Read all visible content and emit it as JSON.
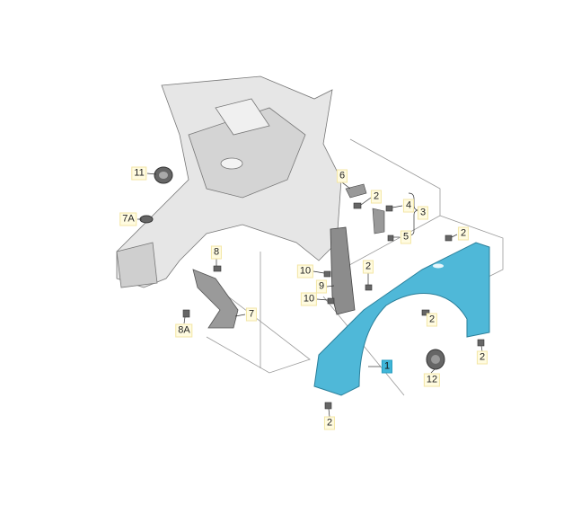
{
  "diagram": {
    "title": "Front fender assembly",
    "colors": {
      "highlight": "#3fb6d8",
      "part": "#7ec8de",
      "body": "#e4e4e4",
      "label_bg": "#fffbe0"
    },
    "callouts": [
      {
        "id": "c11",
        "text": "11"
      },
      {
        "id": "c7a",
        "text": "7A"
      },
      {
        "id": "c8",
        "text": "8"
      },
      {
        "id": "c8a",
        "text": "8A"
      },
      {
        "id": "c7",
        "text": "7"
      },
      {
        "id": "c6",
        "text": "6"
      },
      {
        "id": "c2a",
        "text": "2"
      },
      {
        "id": "c4",
        "text": "4"
      },
      {
        "id": "c3",
        "text": "3"
      },
      {
        "id": "c5",
        "text": "5"
      },
      {
        "id": "c2b",
        "text": "2"
      },
      {
        "id": "c10a",
        "text": "10"
      },
      {
        "id": "c9",
        "text": "9"
      },
      {
        "id": "c10b",
        "text": "10"
      },
      {
        "id": "c2c",
        "text": "2"
      },
      {
        "id": "c2d",
        "text": "2"
      },
      {
        "id": "c1",
        "text": "1"
      },
      {
        "id": "c12",
        "text": "12"
      },
      {
        "id": "c2e",
        "text": "2"
      },
      {
        "id": "c2f",
        "text": "2"
      }
    ]
  }
}
